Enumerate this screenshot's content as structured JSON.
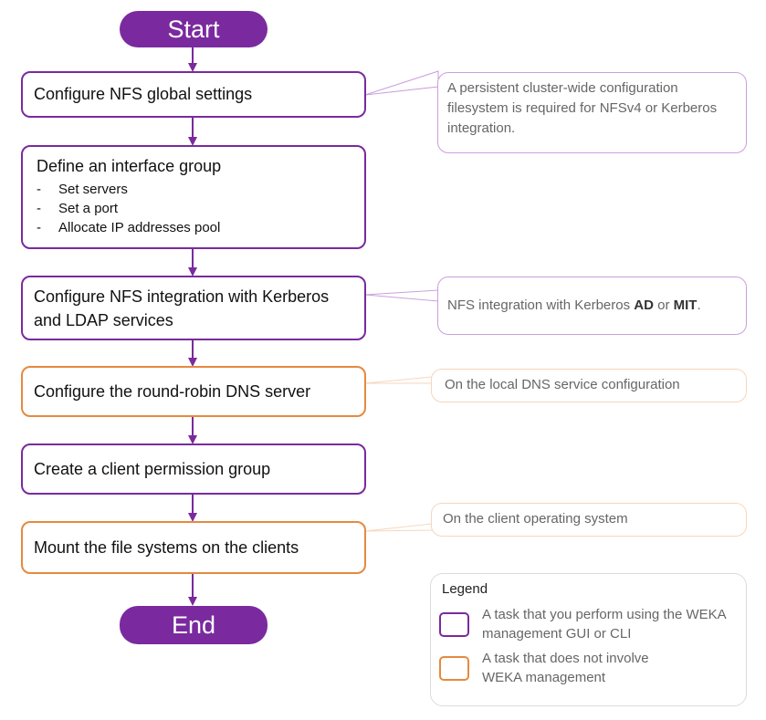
{
  "flow": {
    "start_label": "Start",
    "end_label": "End",
    "steps": [
      {
        "label": "Configure NFS global settings"
      },
      {
        "label": "Define an interface group",
        "items": [
          "Set servers",
          "Set a port",
          "Allocate IP addresses pool"
        ]
      },
      {
        "label": "Configure NFS integration with Kerberos and LDAP services"
      },
      {
        "label": "Configure the round-robin DNS server"
      },
      {
        "label": "Create a client permission group"
      },
      {
        "label": "Mount the file systems on the clients"
      }
    ]
  },
  "notes": {
    "cluster_config": "A persistent cluster-wide configuration filesystem is required for NFSv4 or Kerberos integration.",
    "kerberos_prefix": "NFS integration with Kerberos ",
    "kerberos_ad": "AD",
    "kerberos_or": " or ",
    "kerberos_mit": "MIT",
    "kerberos_suffix": ".",
    "dns": "On the local DNS service configuration",
    "client_os": "On the client operating system"
  },
  "legend": {
    "title": "Legend",
    "weka_task": "A task that you perform using the WEKA management GUI or CLI",
    "non_weka_task": "A task that does not involve WEKA management"
  },
  "colors": {
    "purple": "#7a2a9e",
    "orange": "#e58a3e"
  }
}
